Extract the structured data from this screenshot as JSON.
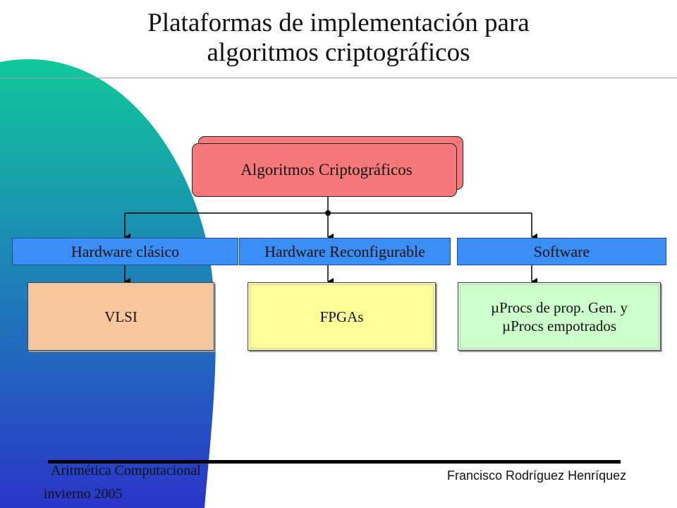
{
  "slide": {
    "title_line1": "Plataformas de implementación para",
    "title_line2": "algoritmos criptográficos"
  },
  "diagram": {
    "root": "Algoritmos Criptográficos",
    "categories": [
      "Hardware clásico",
      "Hardware Reconfigurable",
      "Software"
    ],
    "leaves": [
      {
        "lines": [
          "VLSI"
        ]
      },
      {
        "lines": [
          "FPGAs"
        ]
      },
      {
        "lines": [
          "µProcs de prop. Gen. y",
          "µProcs empotrados"
        ]
      }
    ]
  },
  "footer": {
    "course": "Aritmética Computacional",
    "term": "invierno 2005",
    "author": "Francisco Rodríguez Henríquez"
  },
  "colors": {
    "root_fill": "#f6787a",
    "category_fill": "#3b8ef5",
    "leaf_vlsi": "#f9c79c",
    "leaf_fpga": "#ffff99",
    "leaf_software": "#ccffcc",
    "gradient_top": "#10c89a",
    "gradient_bottom": "#2a35c8"
  }
}
